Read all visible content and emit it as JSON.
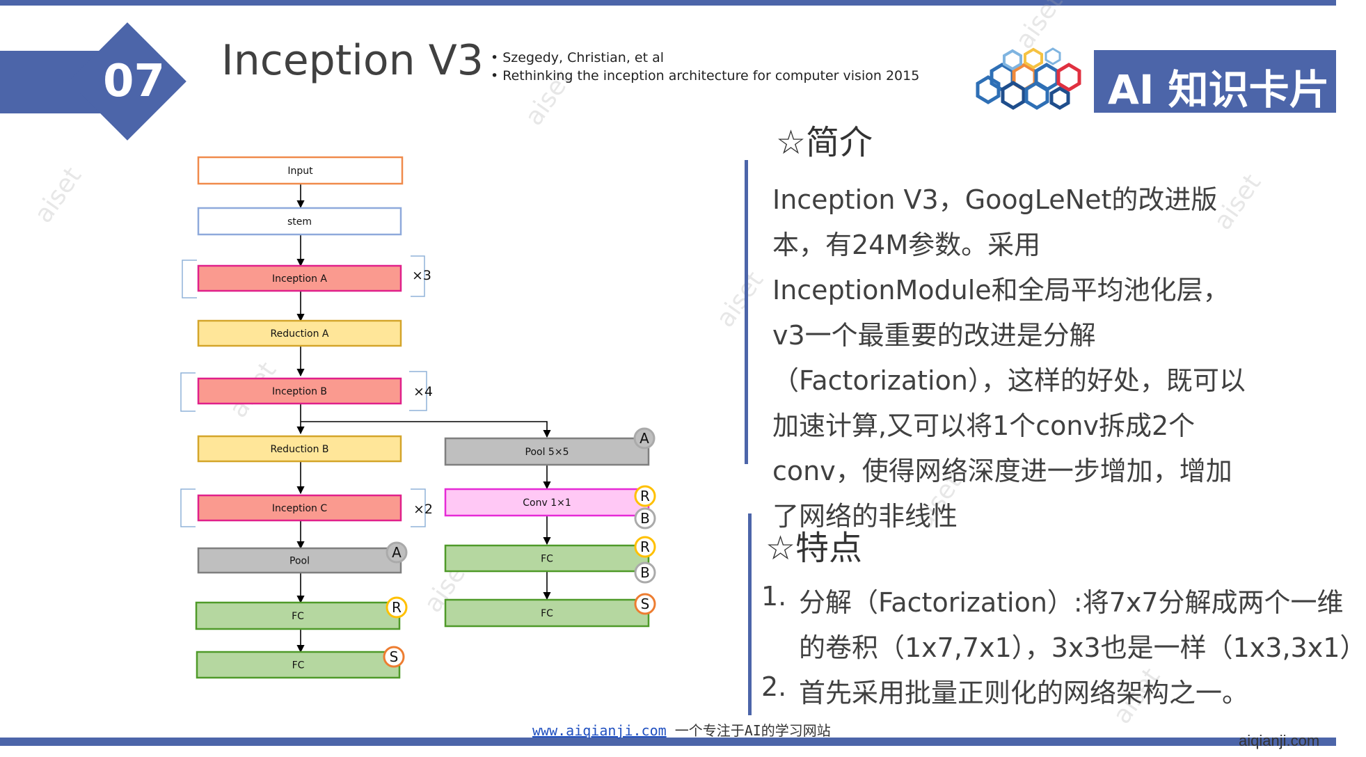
{
  "header": {
    "number": "07",
    "title": "Inception V3",
    "refs": [
      "• Szegedy, Christian, et al",
      "• Rethinking the inception architecture for computer vision 2015"
    ],
    "brand": "AI 知识卡片"
  },
  "diagram": {
    "nodes": {
      "input": "Input",
      "stem": "stem",
      "inc_a": "Inception A",
      "red_a": "Reduction A",
      "inc_b": "Inception B",
      "red_b": "Reduction B",
      "inc_c": "Inception C",
      "pool": "Pool",
      "fc1": "FC",
      "fc2": "FC",
      "aux_pool": "Pool 5×5",
      "aux_conv": "Conv 1×1",
      "aux_fc1": "FC",
      "aux_fc2": "FC"
    },
    "repeats": {
      "a": "×3",
      "b": "×4",
      "c": "×2"
    },
    "badges": {
      "aux_pool": "A",
      "aux_conv_r": "R",
      "aux_conv_b": "B",
      "aux_fc1_r": "R",
      "aux_fc1_b": "B",
      "aux_fc2_s": "S",
      "pool_a": "A",
      "fc1_r": "R",
      "fc2_s": "S"
    },
    "colors": {
      "input": "#f08a4b",
      "stem": "#8ea9db",
      "inception": "#fa9a8f",
      "inception_border": "#e0208a",
      "reduction": "#ffe699",
      "reduction_border": "#d4a52a",
      "pool": "#bfbfbf",
      "pool_border": "#7f7f7f",
      "conv": "#ffc8f5",
      "conv_border": "#e62ad6",
      "fc": "#b5d7a0",
      "fc_border": "#4f9a29",
      "badge_r": "#ffc000",
      "badge_s": "#ed7d31"
    }
  },
  "intro": {
    "header": "简介",
    "text": "Inception V3，GoogLeNet的改进版本，有24M参数。采用InceptionModule和全局平均池化层，v3一个最重要的改进是分解（Factorization），这样的好处，既可以加速计算,又可以将1个conv拆成2个conv，使得网络深度进一步增加，增加了网络的非线性"
  },
  "features": {
    "header": "特点",
    "items": [
      {
        "num": "1.",
        "line1": "分解（Factorization）:将7x7分解成两个一维",
        "line2": "的卷积（1x7,7x1），3x3也是一样（1x3,3x1）"
      },
      {
        "num": "2.",
        "line1": "首先采用批量正则化的网络架构之一。"
      }
    ]
  },
  "footer": {
    "url": "www.aiqianji.com",
    "tagline": " 一个专注于AI的学习网站",
    "corner": "aiqianji.com"
  },
  "watermark": "aiset"
}
